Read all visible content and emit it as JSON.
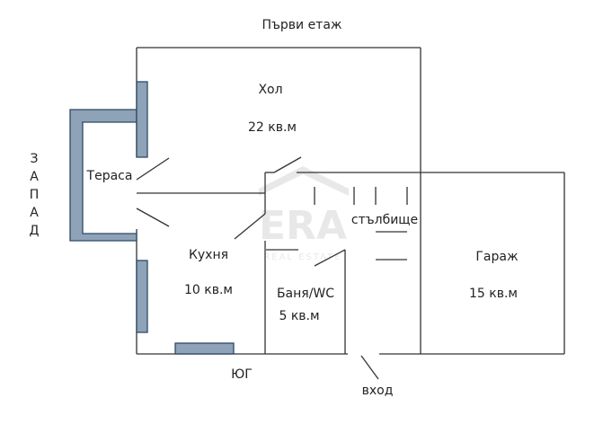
{
  "plan": {
    "title": "Първи етаж",
    "compass_west": "ЗАПАД",
    "compass_south": "ЮГ",
    "entrance": "вход",
    "watermark": {
      "name": "ERA",
      "tagline": "REAL ESTATE"
    },
    "rooms": {
      "hall": {
        "name": "Хол",
        "area": "22 кв.м"
      },
      "terrace": {
        "name": "Тераса"
      },
      "kitchen": {
        "name": "Кухня",
        "area": "10 кв.м"
      },
      "bathroom": {
        "name": "Баня/WC",
        "area": "5 кв.м"
      },
      "stairs": {
        "name": "стълбище"
      },
      "garage": {
        "name": "Гараж",
        "area": "15 кв.м"
      }
    },
    "colors": {
      "wall": "#333333",
      "window": "#8ea2b8",
      "window_stroke": "#2e4a66"
    }
  }
}
